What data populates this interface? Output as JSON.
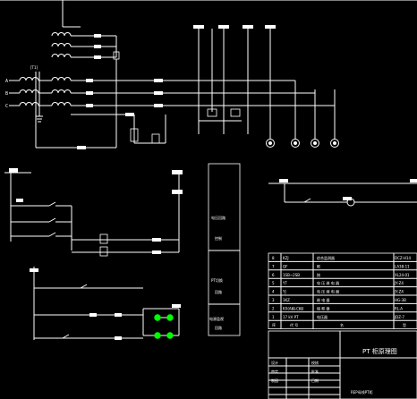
{
  "colors": {
    "background": "#000000",
    "line": "#ffffff",
    "label": "#ffffff",
    "indicator": "#00ff00"
  },
  "drawing": {
    "phase_labels": [
      "A",
      "B",
      "C"
    ],
    "pt_label": "[T1]",
    "panel_labels": [
      "电压回路",
      "控制",
      "PT切换",
      "回路",
      "电源监视",
      "回路"
    ],
    "bom": {
      "rows": [
        {
          "no": "8",
          "code": "KZJ",
          "name": "综合监测器",
          "model": "DCZ-H14"
        },
        {
          "no": "7",
          "code": "QF",
          "name": "断",
          "model": "LA38-11"
        },
        {
          "no": "6",
          "code": "1SB~2SB",
          "name": "按",
          "model": "XL24-01"
        },
        {
          "no": "5",
          "code": "YT",
          "name": "电 压 继 电 器",
          "model": "JY-Z4"
        },
        {
          "no": "4",
          "code": "YJ",
          "name": "电 压 继 电 器",
          "model": "JY-Z4"
        },
        {
          "no": "3",
          "code": "1KZ",
          "name": "继 电 器",
          "model": "HG-3B"
        },
        {
          "no": "2",
          "code": "KX(A相-C相)",
          "name": "熔 断 器",
          "model": "RL-A"
        },
        {
          "no": "1",
          "code": "17 kV PT",
          "name": "电压器",
          "model": "JDZ-7"
        }
      ],
      "header": {
        "no": "序",
        "code": "代 号",
        "name": "名",
        "model": "型"
      }
    },
    "title_block": {
      "title": "PT 柜原理图",
      "subtitle": "REP母线PT柜",
      "fields": [
        "设计",
        "校核",
        "审定",
        "批准",
        "制图",
        "日期"
      ]
    }
  }
}
